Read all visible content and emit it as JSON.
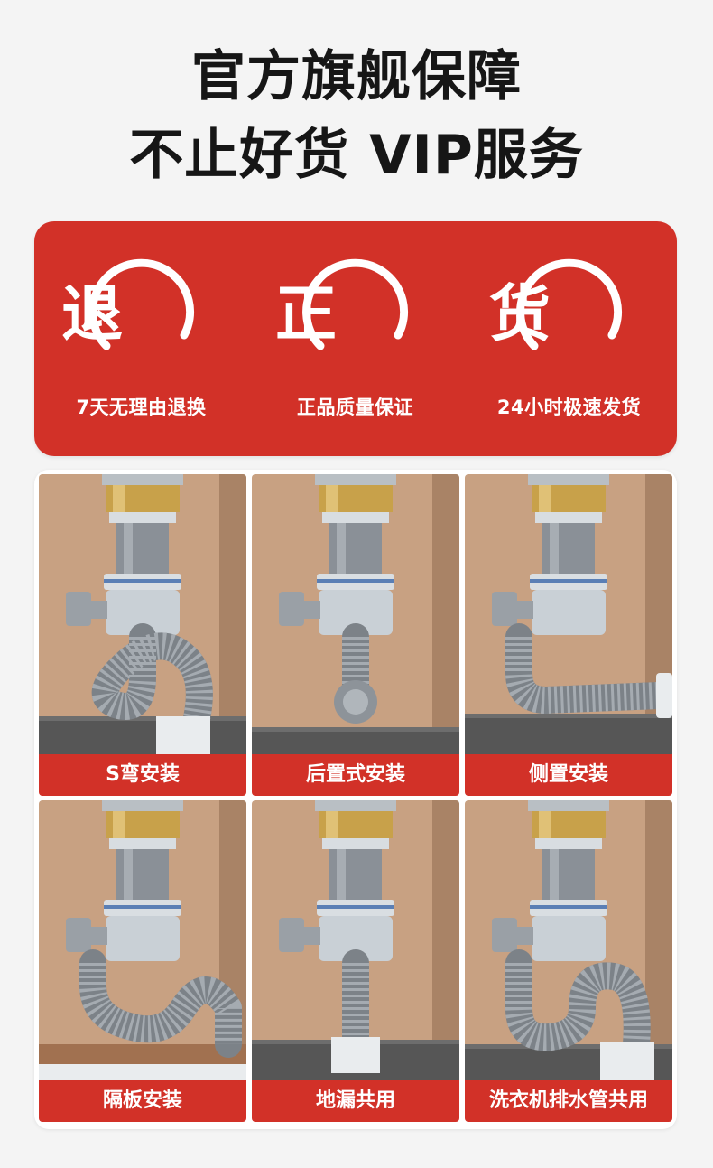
{
  "headline": {
    "line1": "官方旗舰保障",
    "line2": "不止好货 VIP服务"
  },
  "services": [
    {
      "char": "退",
      "label": "7天无理由退换"
    },
    {
      "char": "正",
      "label": "正品质量保证"
    },
    {
      "char": "货",
      "label": "24小时极速发货"
    }
  ],
  "installations": [
    {
      "label": "S弯安装",
      "style": "s-bend"
    },
    {
      "label": "后置式安装",
      "style": "rear"
    },
    {
      "label": "侧置安装",
      "style": "side"
    },
    {
      "label": "隔板安装",
      "style": "shelf"
    },
    {
      "label": "地漏共用",
      "style": "floor-drain"
    },
    {
      "label": "洗衣机排水管共用",
      "style": "washer"
    }
  ],
  "colors": {
    "brand_red": "#d23128",
    "wall": "#c8a182",
    "floor": "#565656",
    "pipe": "#8a9097",
    "brass": "#c8a14a"
  }
}
